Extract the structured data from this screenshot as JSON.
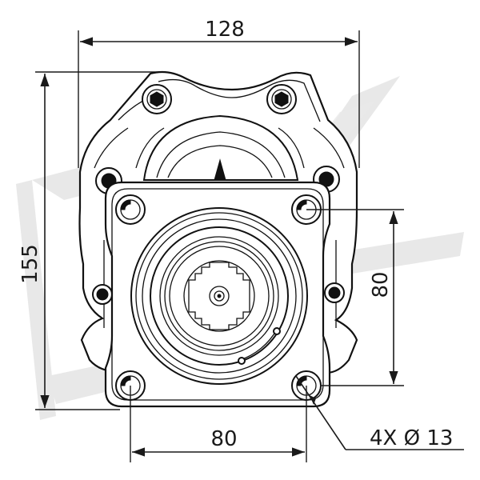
{
  "dimensions": {
    "width_top": "128",
    "height_left": "155",
    "bolt_spacing_vertical": "80",
    "bolt_spacing_horizontal": "80",
    "hole_callout": "4X Ø 13"
  },
  "colors": {
    "line": "#111111",
    "watermark": "#e6e6e6",
    "background": "#ffffff"
  }
}
